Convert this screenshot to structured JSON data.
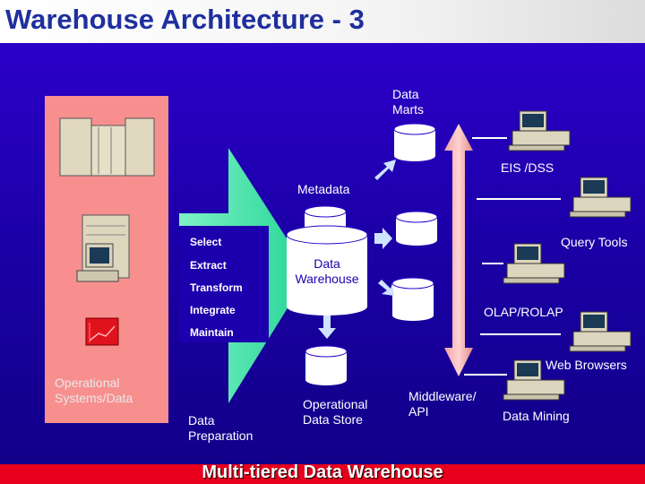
{
  "title": "Warehouse Architecture - 3",
  "footer": "Multi-tiered Data Warehouse",
  "labels": {
    "data_marts": "Data\nMarts",
    "metadata": "Metadata",
    "data_warehouse": "Data\nWarehouse",
    "operational_store": "Operational\nData Store",
    "operational_systems": "Operational\nSystems/Data",
    "data_preparation": "Data\nPreparation",
    "middleware": "Middleware/\nAPI",
    "eis_dss": "EIS /DSS",
    "query_tools": "Query Tools",
    "olap_rolap": "OLAP/ROLAP",
    "web_browsers": "Web Browsers",
    "data_mining": "Data Mining"
  },
  "prep_steps": [
    "Select",
    "Extract",
    "Transform",
    "Integrate",
    "Maintain"
  ],
  "colors": {
    "title": "#1f2f9e",
    "background": "#1c00a8",
    "ops_panel": "#f78f8f",
    "prep_arrow": "#2fe2a5",
    "middleware_arrow": "#f6a3a3",
    "footer_bar": "#e8001c"
  }
}
